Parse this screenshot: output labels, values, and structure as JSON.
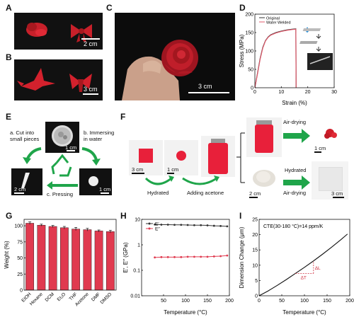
{
  "labels": [
    "A",
    "B",
    "C",
    "D",
    "E",
    "F",
    "G",
    "H",
    "I"
  ],
  "panelA": {
    "scale": "2 cm"
  },
  "panelB": {
    "scale": "3 cm"
  },
  "panelC": {
    "scale": "3 cm"
  },
  "panelE": {
    "step_a": "a. Cut into\nsmall pieces",
    "step_b": "b. Immersing\nin water",
    "step_c": "c. Pressing",
    "scale_top": "1 cm",
    "scale_left": "2 cm",
    "scale_right": "1 cm"
  },
  "panelF": {
    "hydrated": "Hydrated",
    "adding_acetone": "Adding acetone",
    "air_drying_top": "Air-drying",
    "hydrated_bottom": "Hydrated",
    "air_drying_bottom": "Air-drying",
    "scale1": "3 cm",
    "scale2": "1 cm",
    "scale3": "1 cm",
    "scale4": "2 cm",
    "scale5": "3 cm"
  },
  "chart_data": [
    {
      "id": "D",
      "type": "line",
      "xlabel": "Strain (%)",
      "ylabel": "Stress (MPa)",
      "xlim": [
        0,
        30
      ],
      "ylim": [
        0,
        200
      ],
      "xticks": [
        0,
        10,
        20,
        30
      ],
      "yticks": [
        0,
        50,
        100,
        150,
        200
      ],
      "legend": "top-left",
      "series": [
        {
          "name": "Original",
          "color": "#333333",
          "x": [
            0,
            1,
            2,
            3,
            4,
            5,
            6,
            8,
            10,
            12,
            14,
            15.5,
            15.6
          ],
          "y": [
            0,
            40,
            80,
            110,
            128,
            138,
            144,
            150,
            154,
            157,
            159,
            160,
            0
          ]
        },
        {
          "name": "Water Welded",
          "color": "#e05a6b",
          "x": [
            0,
            1,
            2,
            3,
            4,
            5,
            6,
            8,
            10,
            12,
            14,
            15.5,
            15.6
          ],
          "y": [
            0,
            38,
            78,
            108,
            127,
            137,
            143,
            149,
            153,
            156,
            158,
            159,
            0
          ]
        }
      ]
    },
    {
      "id": "G",
      "type": "bar",
      "ylabel": "Weight (%)",
      "ylim": [
        0,
        100
      ],
      "yticks": [
        0,
        25,
        50,
        75,
        100
      ],
      "categories": [
        "EtOH",
        "Hexane",
        "DCM",
        "Et₂O",
        "THF",
        "Acetone",
        "DMF",
        "DMSO"
      ],
      "values": [
        104,
        101,
        99,
        97,
        95,
        94,
        92,
        91
      ],
      "errors": [
        2,
        1.5,
        1.5,
        2,
        2.5,
        2,
        1.5,
        2
      ],
      "color": "#e03a4f"
    },
    {
      "id": "H",
      "type": "line",
      "xlabel": "Temperature (°C)",
      "ylabel": "E′, E″ (GPa)",
      "xlim": [
        0,
        200
      ],
      "ylim_log": [
        0.01,
        10
      ],
      "xticks": [
        50,
        100,
        150,
        200
      ],
      "yticks": [
        "0.01",
        "0.1",
        "1",
        "10"
      ],
      "legend": "top-left",
      "series": [
        {
          "name": "E′",
          "color": "#333333",
          "x": [
            30,
            45,
            60,
            75,
            90,
            105,
            120,
            135,
            150,
            165,
            180,
            195
          ],
          "y": [
            6.3,
            6.2,
            6.2,
            6.1,
            6.1,
            6.0,
            5.9,
            5.9,
            5.8,
            5.6,
            5.5,
            5.3
          ]
        },
        {
          "name": "E″",
          "color": "#e03a4f",
          "x": [
            30,
            45,
            60,
            75,
            90,
            105,
            120,
            135,
            150,
            165,
            180,
            195
          ],
          "y": [
            0.32,
            0.33,
            0.33,
            0.33,
            0.33,
            0.34,
            0.34,
            0.34,
            0.34,
            0.35,
            0.36,
            0.38
          ]
        }
      ]
    },
    {
      "id": "I",
      "type": "line",
      "xlabel": "Temperature (°C)",
      "ylabel": "Dimension Change (μm)",
      "xlim": [
        0,
        200
      ],
      "ylim": [
        0,
        25
      ],
      "xticks": [
        0,
        50,
        100,
        150,
        200
      ],
      "yticks": [
        0,
        5,
        10,
        15,
        20,
        25
      ],
      "annotation": "CTE(30-180 °C)=14 ppm/K",
      "delta_L": "ΔL",
      "delta_T": "ΔT",
      "series": [
        {
          "name": "",
          "color": "#111111",
          "x": [
            0,
            20,
            40,
            60,
            80,
            100,
            120,
            140,
            160,
            180,
            195
          ],
          "y": [
            0,
            1.6,
            3.4,
            5.3,
            7.3,
            9.3,
            11.4,
            13.6,
            15.9,
            18.3,
            20.2
          ]
        }
      ]
    }
  ]
}
